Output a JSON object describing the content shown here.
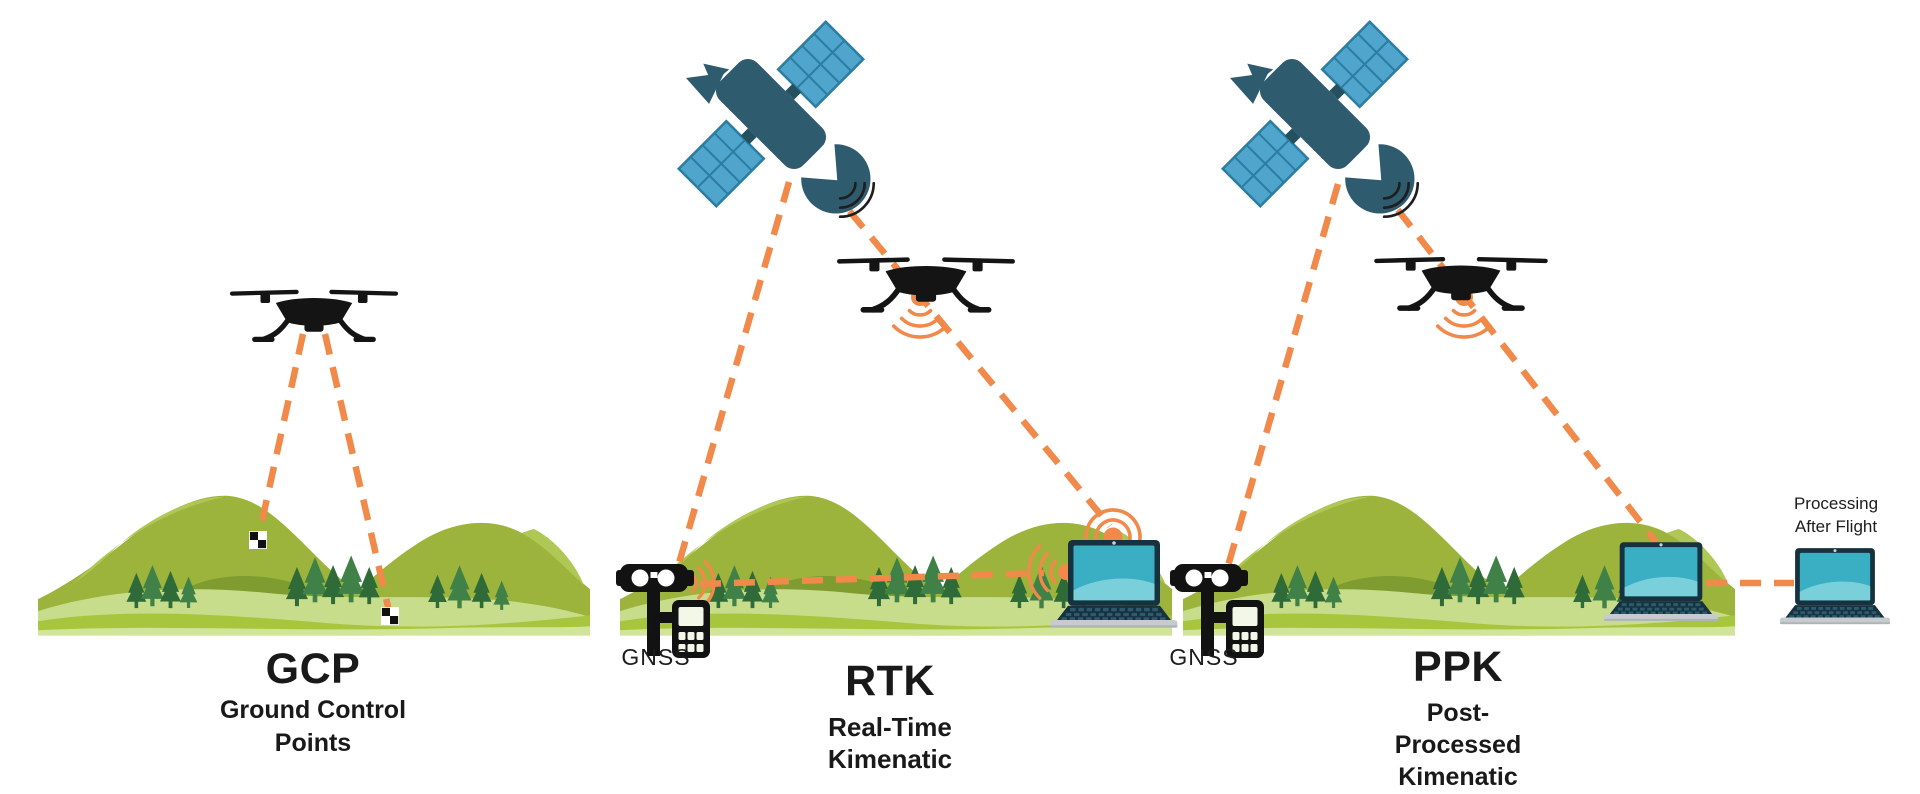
{
  "palette": {
    "background": "#FFFFFF",
    "connector_orange": "#F0894A",
    "hill_green": "#9CB43B",
    "hill_shadow_green": "#7E9C2F",
    "hill_light_green": "#C8DD8C",
    "foreground_green": "#A8C63D",
    "tree_green_dark": "#2E6B38",
    "tree_green_light": "#3F8147",
    "satellite_body_teal": "#2E5B6E",
    "solar_panel_blue": "#4FA5CC",
    "laptop_screen_teal": "#3AAEC2",
    "device_black": "#141414",
    "text_black": "#191919"
  },
  "sections": [
    {
      "id": "gcp",
      "title": "GCP",
      "subtitle_lines": [
        "Ground Control",
        "Points"
      ],
      "icons": [
        "drone-icon",
        "gcp-checker-marker-icon",
        "hills-illustration"
      ]
    },
    {
      "id": "rtk",
      "title": "RTK",
      "subtitle_lines": [
        "Real-Time",
        "Kimenatic"
      ],
      "gnss_label": "GNSS",
      "icons": [
        "satellite-icon",
        "drone-icon",
        "gnss-base-station-icon",
        "laptop-icon",
        "signal-waves-icon",
        "hills-illustration"
      ]
    },
    {
      "id": "ppk",
      "title": "PPK",
      "subtitle_lines": [
        "Post-",
        "Processed",
        "Kimenatic"
      ],
      "gnss_label": "GNSS",
      "annotation_lines": [
        "Processing",
        "After Flight"
      ],
      "icons": [
        "satellite-icon",
        "drone-icon",
        "gnss-base-station-icon",
        "laptop-icon",
        "signal-waves-icon",
        "hills-illustration"
      ]
    }
  ]
}
